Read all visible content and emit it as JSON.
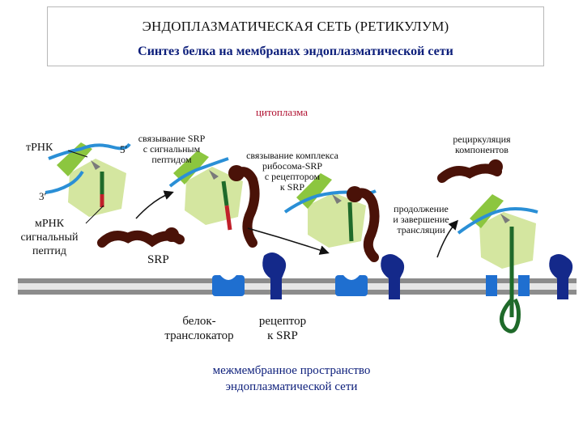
{
  "header": {
    "title": "ЭНДОПЛАЗМАТИЧЕСКАЯ СЕТЬ (РЕТИКУЛУМ)",
    "subtitle": "Синтез белка на мембранах эндоплазматической сети"
  },
  "labels": {
    "cytoplasm": "цитоплазма",
    "trna": "тРНК",
    "five_prime": "5′",
    "three_prime": "3′",
    "mrna": "мРНК",
    "signal_peptide_1": "сигнальный",
    "signal_peptide_2": "пептид",
    "srp": "SRP",
    "srp_binding_1": "связывание SRP",
    "srp_binding_2": "с сигнальным",
    "srp_binding_3": "пептидом",
    "complex_binding_1": "связывание комплекса",
    "complex_binding_2": "рибосома-SRP",
    "complex_binding_3": "с рецептором",
    "complex_binding_4": "к SRP",
    "recycling_1": "рециркуляция",
    "recycling_2": "компонентов",
    "continuation_1": "продолжение",
    "continuation_2": "и завершение",
    "continuation_3": "трансляции",
    "translocator_1": "белок-",
    "translocator_2": "транслокатор",
    "receptor_1": "рецептор",
    "receptor_2": "к SRP",
    "lumen_1": "межмембранное пространство",
    "lumen_2": "эндоплазматической сети"
  },
  "colors": {
    "ribosome_large": "#d4e6a0",
    "ribosome_small": "#8cc63f",
    "mrna": "#2a8fd6",
    "nascent_chain": "#1f6a2a",
    "signal_peptide": "#c0202a",
    "srp": "#4a1208",
    "membrane": "#8c8c8c",
    "translocator": "#1f6fd0",
    "receptor": "#14298a",
    "title_blue": "#0b1d7a",
    "cytoplasm_red": "#b01030"
  }
}
